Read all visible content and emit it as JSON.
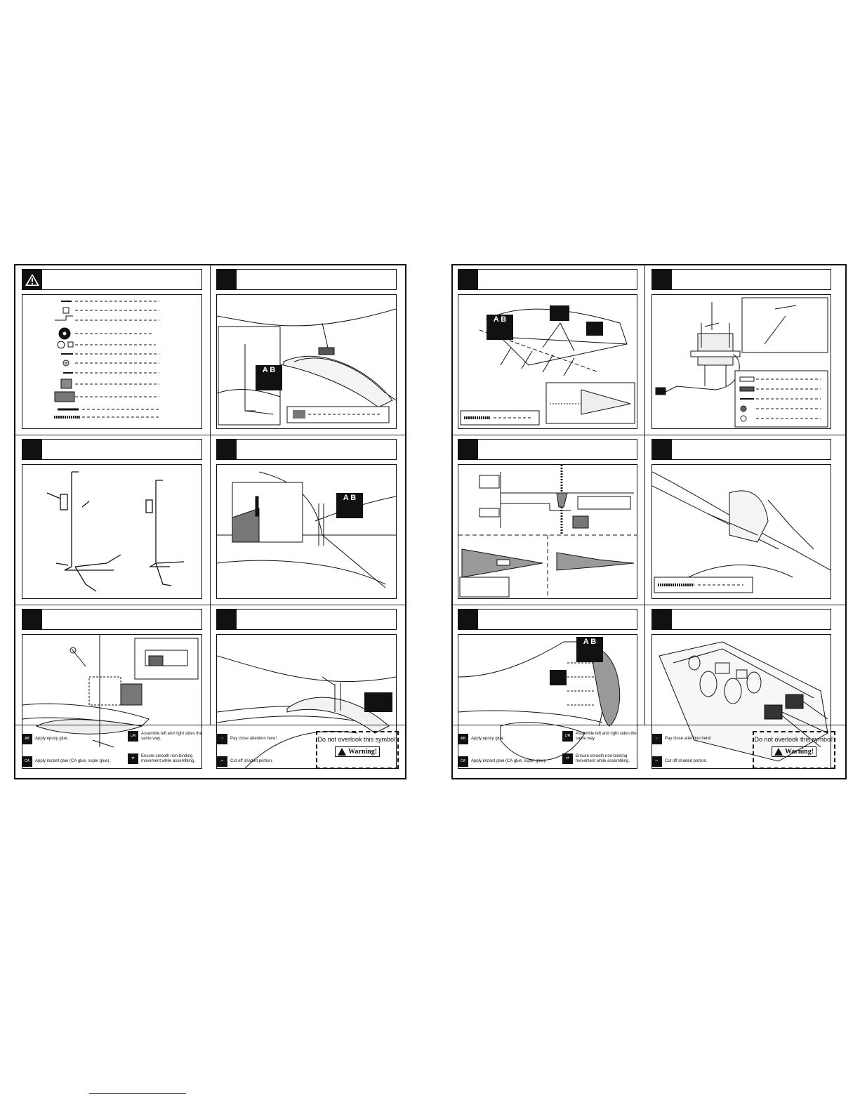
{
  "left_page": {
    "legend": {
      "epoxy": "Apply epoxy glue.",
      "instant": "Apply instant glue (CA glue, super glue).",
      "assemble": "Assemble left and right sides the same way.",
      "smooth": "Ensure smooth non-binding movement while assembling.",
      "attention": "Pay close attention here!",
      "cut": "Cut off shaded portion.",
      "overlook": "Do not overlook this symbol!",
      "warning": "Warning!"
    }
  },
  "right_page": {
    "legend": {
      "epoxy": "Apply epoxy glue.",
      "instant": "Apply instant glue (CA glue, super glue).",
      "assemble": "Assemble left and right sides the same way.",
      "smooth": "Ensure smooth non-binding movement while assembling.",
      "attention": "Pay close attention here!",
      "cut": "Cut off shaded portion.",
      "overlook": "Do not overlook this symbol!",
      "warning": "Warning!"
    }
  },
  "ab_label": "A B",
  "colors": {
    "ink": "#111111",
    "shade": "#9a9a9a",
    "link": "#2233cc"
  }
}
